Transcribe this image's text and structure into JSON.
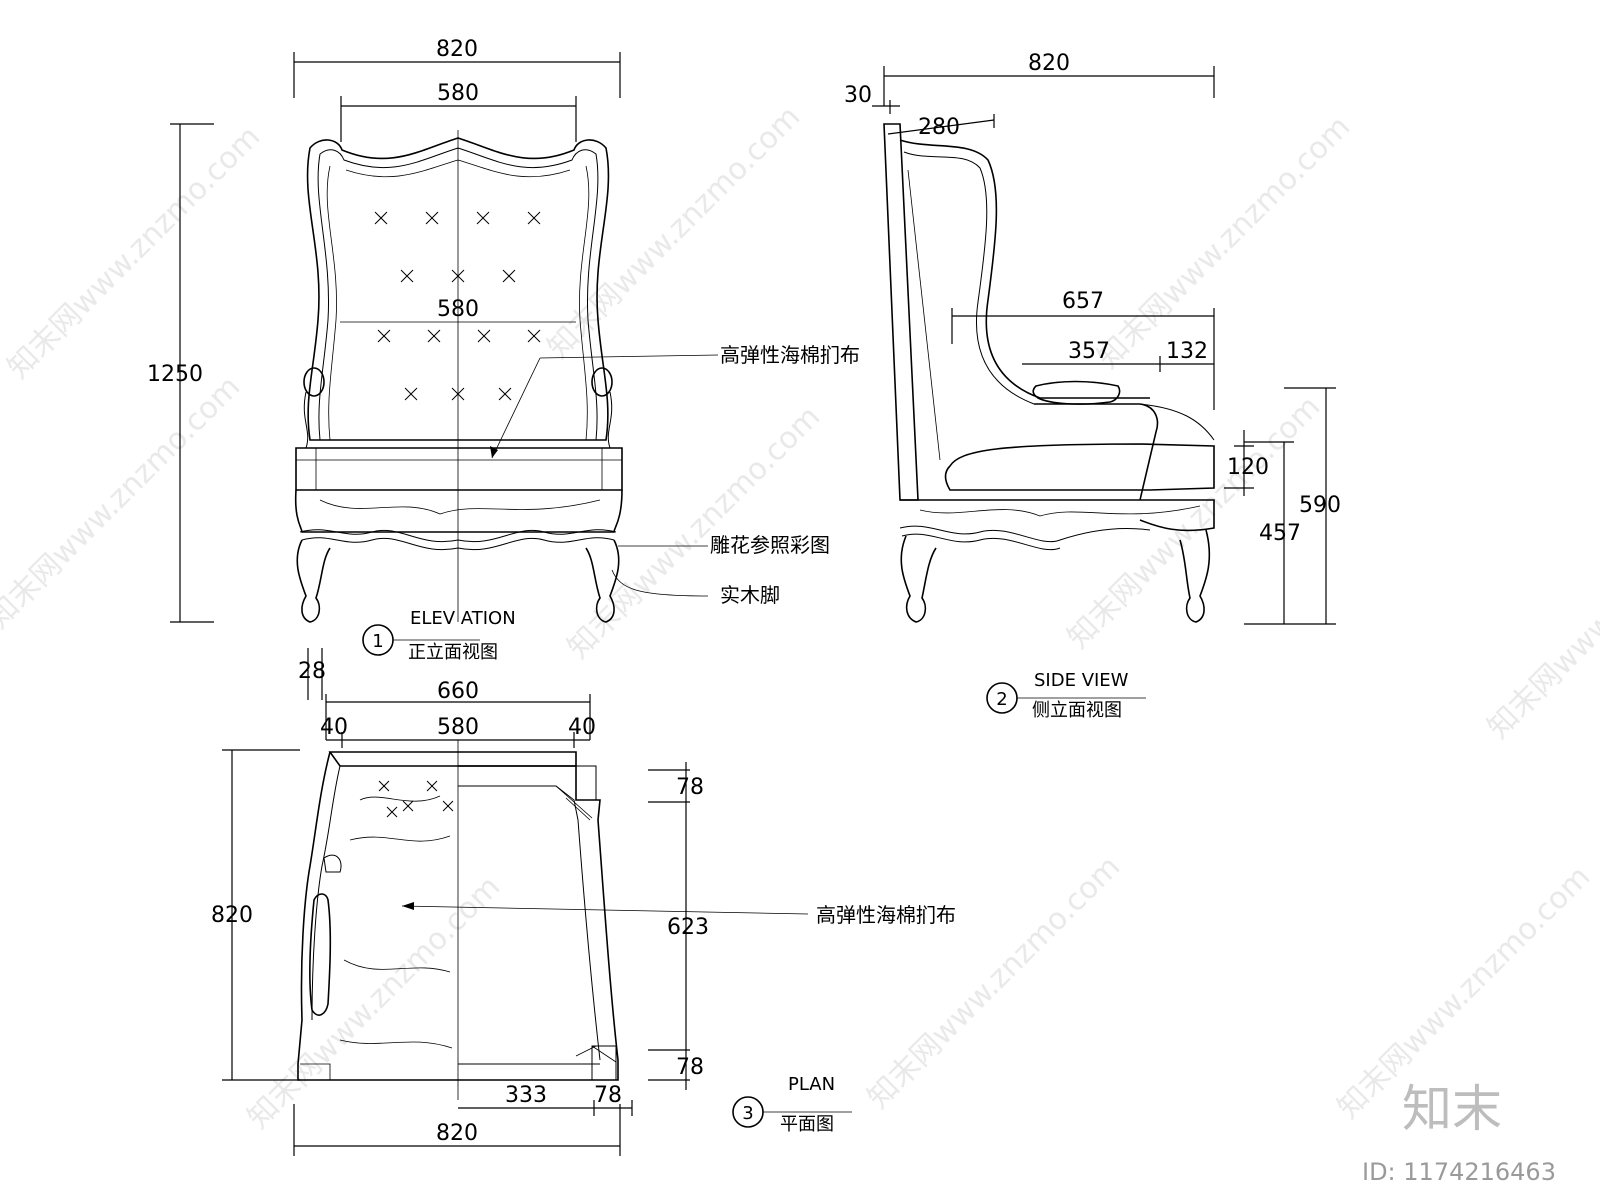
{
  "views": {
    "elevation": {
      "number": "1",
      "title_en": "ELEV ATION",
      "title_cn": "正立面视图",
      "dims": {
        "overall_width": "820",
        "top_inner_width": "580",
        "mid_width": "580",
        "height": "1250"
      },
      "notes": {
        "fabric": "高弹性海棉扪布",
        "carving": "雕花参照彩图",
        "leg": "实木脚"
      }
    },
    "side": {
      "number": "2",
      "title_en": "SIDE VIEW",
      "title_cn": "侧立面视图",
      "dims": {
        "overall_depth": "820",
        "back_thickness": "30",
        "wing": "280",
        "seat_depth": "657",
        "arm": "357",
        "front": "132",
        "cushion": "120",
        "arm_height": "590",
        "seat_height": "457"
      }
    },
    "plan": {
      "number": "3",
      "title_en": "PLAN",
      "title_cn": "平面图",
      "dims": {
        "top_small": "28",
        "top_width": "660",
        "left_margin": "40",
        "inner_width": "580",
        "right_margin": "40",
        "depth": "820",
        "r_top": "78",
        "r_mid": "623",
        "r_bottom": "78",
        "bottom_half": "333",
        "bottom_small": "78",
        "bottom_width": "820"
      },
      "notes": {
        "fabric": "高弹性海棉扪布"
      }
    }
  },
  "watermark": {
    "text": "知末网www.znzmo.com",
    "brand": "知末",
    "id": "ID: 1174216463"
  }
}
